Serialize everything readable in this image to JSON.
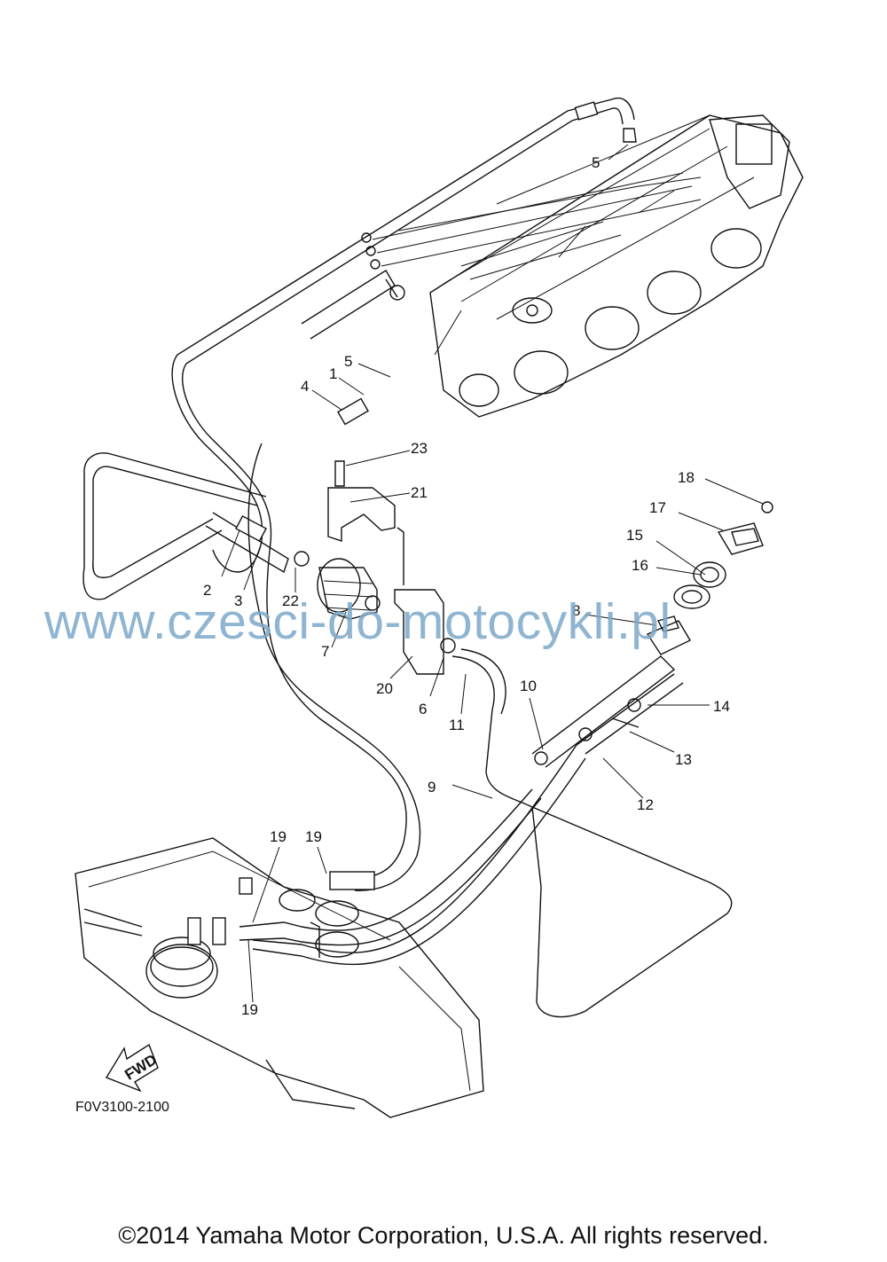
{
  "diagram": {
    "part_labels": [
      {
        "id": "p1",
        "text": "1"
      },
      {
        "id": "p2",
        "text": "2"
      },
      {
        "id": "p3",
        "text": "3"
      },
      {
        "id": "p4",
        "text": "4"
      },
      {
        "id": "p5a",
        "text": "5"
      },
      {
        "id": "p5b",
        "text": "5"
      },
      {
        "id": "p6",
        "text": "6"
      },
      {
        "id": "p7",
        "text": "7"
      },
      {
        "id": "p8",
        "text": "8"
      },
      {
        "id": "p9",
        "text": "9"
      },
      {
        "id": "p10",
        "text": "10"
      },
      {
        "id": "p11",
        "text": "11"
      },
      {
        "id": "p12",
        "text": "12"
      },
      {
        "id": "p13",
        "text": "13"
      },
      {
        "id": "p14",
        "text": "14"
      },
      {
        "id": "p15",
        "text": "15"
      },
      {
        "id": "p16",
        "text": "16"
      },
      {
        "id": "p17",
        "text": "17"
      },
      {
        "id": "p18",
        "text": "18"
      },
      {
        "id": "p19a",
        "text": "19"
      },
      {
        "id": "p19b",
        "text": "19"
      },
      {
        "id": "p19c",
        "text": "19"
      },
      {
        "id": "p20",
        "text": "20"
      },
      {
        "id": "p21",
        "text": "21"
      },
      {
        "id": "p22",
        "text": "22"
      },
      {
        "id": "p23",
        "text": "23"
      }
    ],
    "fwd_label": "FWD",
    "drawing_code": "F0V3100-2100"
  },
  "watermark": "www.czesci-do-motocykli.pl",
  "copyright": "©2014 Yamaha Motor Corporation, U.S.A. All rights reserved."
}
